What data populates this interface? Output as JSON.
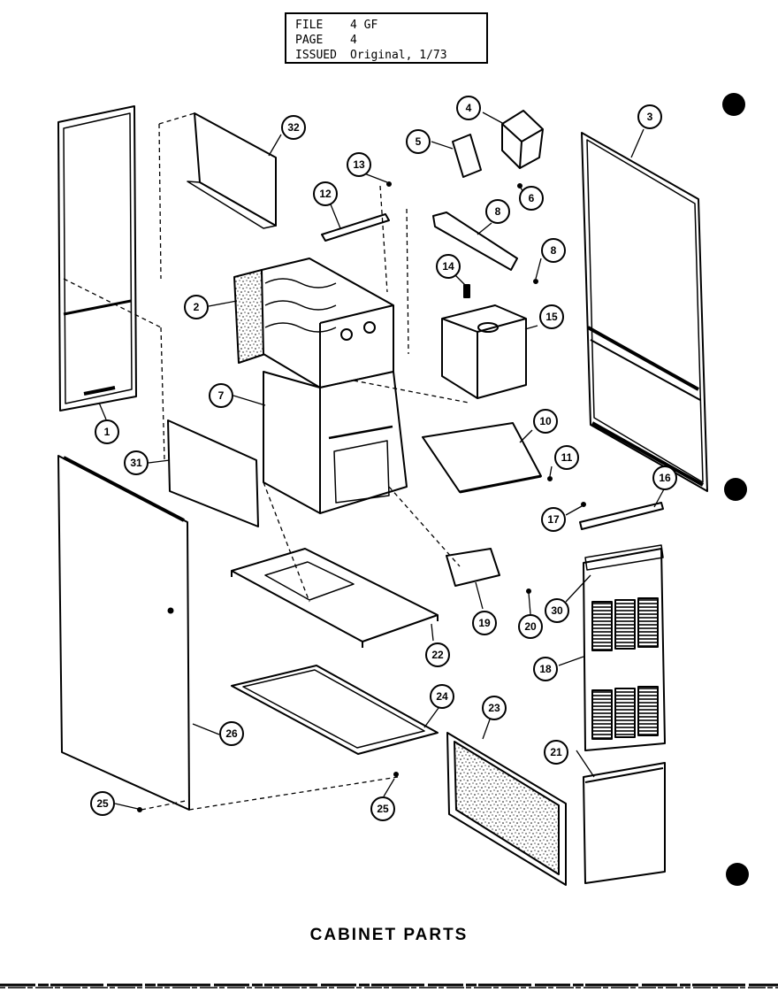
{
  "info_box": {
    "rows": [
      {
        "key": "FILE",
        "value": "4 GF"
      },
      {
        "key": "PAGE",
        "value": "4"
      },
      {
        "key": "ISSUED",
        "value": "Original, 1/73"
      }
    ]
  },
  "caption": "CABINET PARTS",
  "callouts": [
    "1",
    "2",
    "3",
    "4",
    "5",
    "6",
    "7",
    "8",
    "10",
    "11",
    "12",
    "13",
    "14",
    "15",
    "16",
    "17",
    "18",
    "19",
    "20",
    "21",
    "22",
    "23",
    "24",
    "25",
    "26",
    "30",
    "31",
    "32"
  ]
}
